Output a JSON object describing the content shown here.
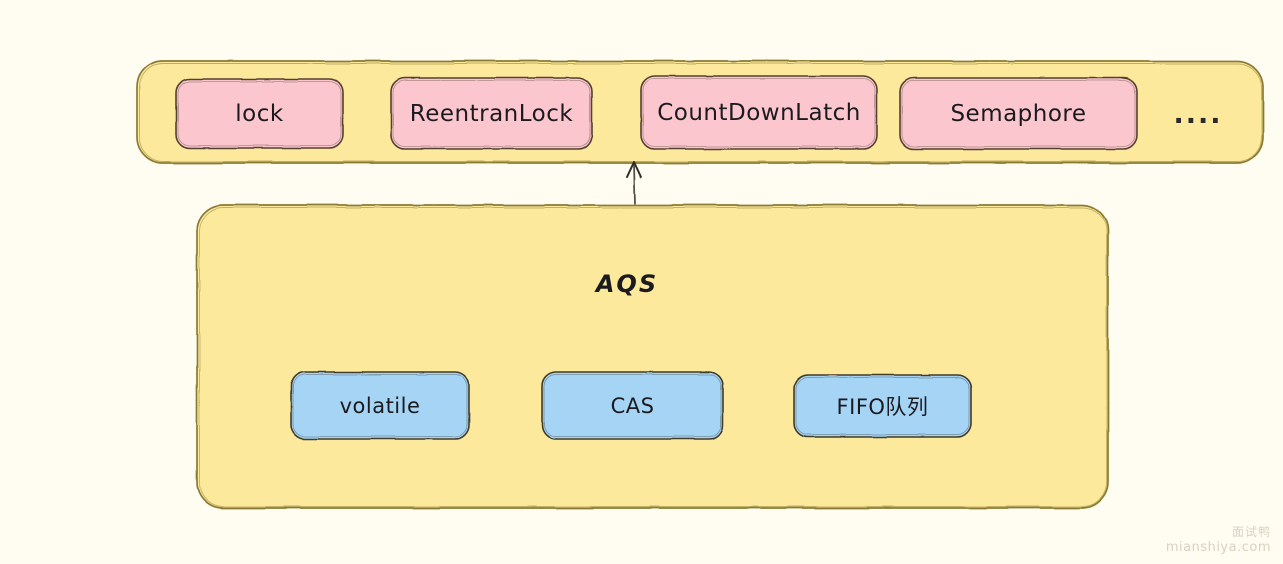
{
  "diagram": {
    "title": "AQS",
    "background_color": "#fffdf2",
    "top_container": {
      "name": "sync-utilities-container",
      "fill": "#fce99c",
      "stroke": "#8a7a33",
      "items": [
        {
          "label": "lock",
          "fill": "#fbc6ce"
        },
        {
          "label": "ReentranLock",
          "fill": "#fbc6ce"
        },
        {
          "label": "CountDownLatch",
          "fill": "#fbc6ce"
        },
        {
          "label": "Semaphore",
          "fill": "#fbc6ce"
        }
      ],
      "ellipsis": "...."
    },
    "bottom_container": {
      "name": "aqs-container",
      "label": "AQS",
      "fill": "#fce99c",
      "stroke": "#8a7a33",
      "items": [
        {
          "label": "volatile",
          "fill": "#a5d4f5"
        },
        {
          "label": "CAS",
          "fill": "#a5d4f5"
        },
        {
          "label": "FIFO队列",
          "fill": "#a5d4f5"
        }
      ]
    },
    "connector": {
      "name": "aqs-to-utilities-arrow",
      "direction": "up",
      "stroke": "#55524a"
    }
  },
  "watermark": {
    "cn": "面试鸭",
    "en": "mianshiya.com"
  }
}
